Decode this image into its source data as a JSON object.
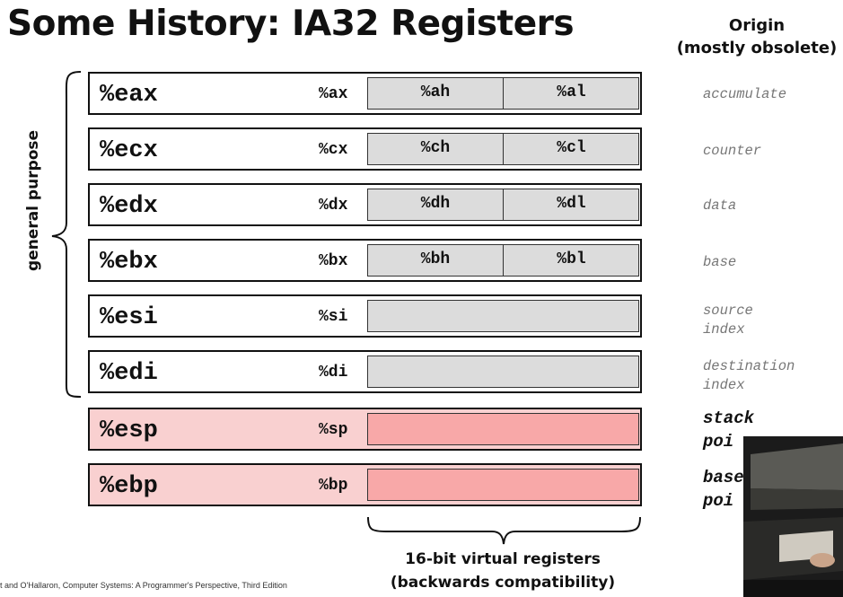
{
  "title": "Some History: IA32 Registers",
  "origin_header": {
    "line1": "Origin",
    "line2": "(mostly obsolete)"
  },
  "group_label": "general purpose",
  "registers": [
    {
      "name": "%eax",
      "sub16": "%ax",
      "high8": "%ah",
      "low8": "%al",
      "origin": "accumulate"
    },
    {
      "name": "%ecx",
      "sub16": "%cx",
      "high8": "%ch",
      "low8": "%cl",
      "origin": "counter"
    },
    {
      "name": "%edx",
      "sub16": "%dx",
      "high8": "%dh",
      "low8": "%dl",
      "origin": "data"
    },
    {
      "name": "%ebx",
      "sub16": "%bx",
      "high8": "%bh",
      "low8": "%bl",
      "origin": "base"
    },
    {
      "name": "%esi",
      "sub16": "%si",
      "origin": "source\nindex"
    },
    {
      "name": "%edi",
      "sub16": "%di",
      "origin": "destination\nindex"
    },
    {
      "name": "%esp",
      "sub16": "%sp",
      "origin": "stack\npoi"
    },
    {
      "name": "%ebp",
      "sub16": "%bp",
      "origin": "base\npoi"
    }
  ],
  "virtual_label": {
    "line1": "16-bit virtual registers",
    "line2": "(backwards compatibility)"
  },
  "citation": "t and O'Hallaron, Computer Systems: A Programmer's Perspective, Third Edition",
  "colors": {
    "special_register_bg": "#f9d0d0",
    "special_register_inner": "#f8a8a8",
    "general_inner": "#dcdcdc"
  }
}
